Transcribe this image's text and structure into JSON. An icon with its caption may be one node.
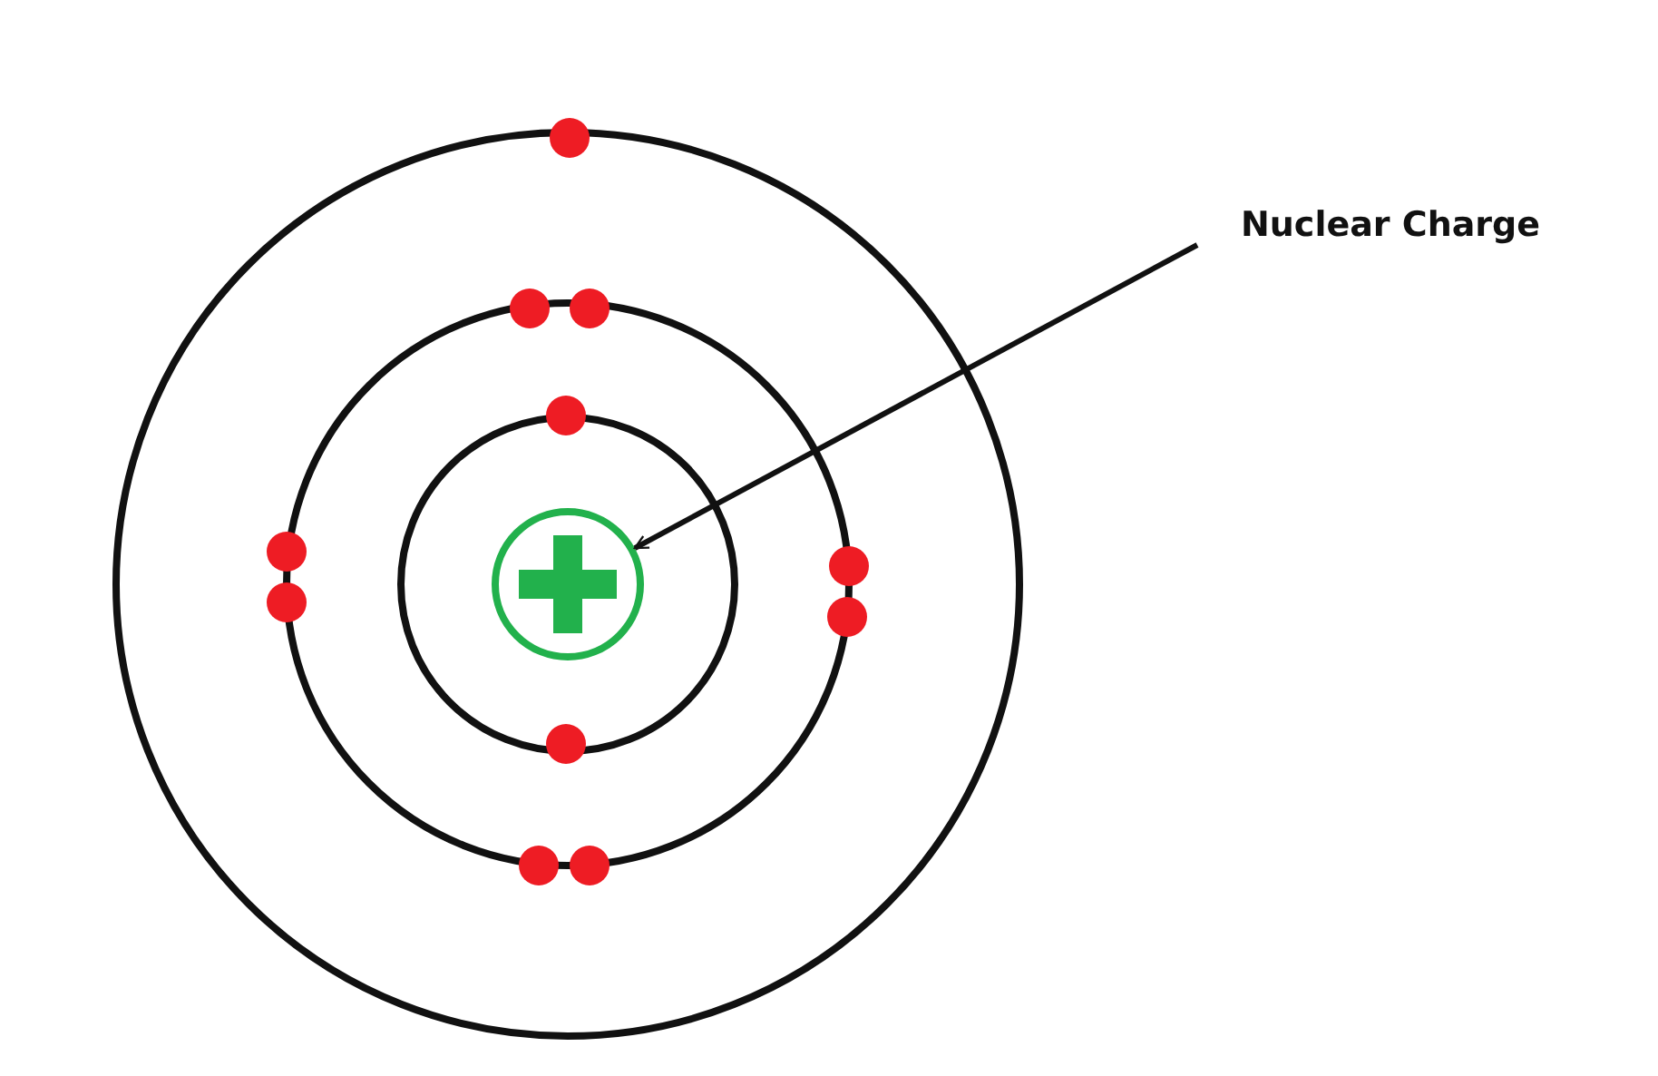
{
  "diagram": {
    "nodes": [
      {
        "text": [
          "Nuclear Charge"
        ]
      },
      {
        "text": [],
        "shape": "circle"
      }
    ],
    "edges": [
      {
        "from": 0,
        "to": 1,
        "arrow": "to"
      }
    ]
  }
}
